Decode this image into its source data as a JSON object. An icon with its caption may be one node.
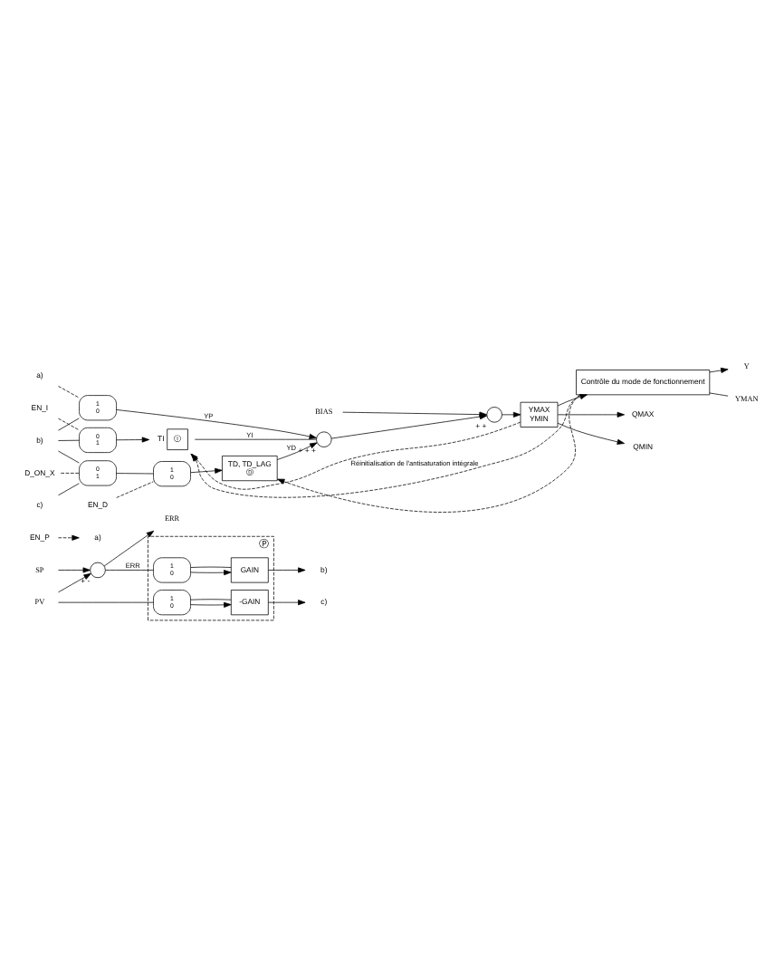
{
  "diagram": {
    "nodes": [
      {
        "text": [
          "SP"
        ]
      },
      {
        "text": [
          "PV"
        ]
      },
      {
        "text": [],
        "shape": "circle",
        "beside": [
          "+",
          "-"
        ]
      },
      {
        "text": [
          "ERR"
        ]
      },
      {
        "text": [
          "Ⓟ"
        ]
      },
      {
        "text": [
          "GAIN"
        ],
        "in": 4
      },
      {
        "text": [
          "-GAIN"
        ],
        "in": 4
      },
      {
        "text": [
          "1",
          "0"
        ],
        "in": 4
      },
      {
        "text": [
          "1",
          "0"
        ],
        "in": 4
      },
      {
        "text": [
          "EN_P"
        ]
      },
      {
        "text": [
          "a)"
        ]
      },
      {
        "text": [
          "b)"
        ]
      },
      {
        "text": [
          "c)"
        ]
      },
      {
        "text": [
          "a)"
        ]
      },
      {
        "text": [
          "b)"
        ]
      },
      {
        "text": [
          "c)"
        ]
      },
      {
        "text": [
          "1",
          "0"
        ]
      },
      {
        "text": [
          "0",
          "1"
        ]
      },
      {
        "text": [
          "0",
          "1"
        ]
      },
      {
        "text": [
          "1",
          "0"
        ]
      },
      {
        "text": [
          "EN_I"
        ]
      },
      {
        "text": [
          "D_ON_X"
        ]
      },
      {
        "text": [
          "EN_D"
        ]
      },
      {
        "text": [
          "Ⓘ"
        ],
        "beside": [
          "TI"
        ]
      },
      {
        "text": [
          "TD, TD_LAG",
          "Ⓓ"
        ]
      },
      {
        "text": [],
        "shape": "circle",
        "beside": [
          "+",
          "+",
          "+"
        ]
      },
      {
        "text": [],
        "shape": "circle",
        "beside": [
          "+",
          "+"
        ]
      },
      {
        "text": [
          "BIAS"
        ]
      },
      {
        "text": [
          "YMAX",
          "YMIN"
        ]
      },
      {
        "text": [
          "QMAX"
        ]
      },
      {
        "text": [
          "QMIN"
        ]
      },
      {
        "text": [
          "Contrôle du mode de fonctionnement"
        ]
      },
      {
        "text": [
          "Y"
        ]
      },
      {
        "text": [
          "YMAN"
        ]
      }
    ],
    "edges": [
      {
        "from": 0,
        "to": 2,
        "arrow": "to"
      },
      {
        "from": 1,
        "to": 2,
        "arrow": "to"
      },
      {
        "from": 2,
        "to": 3,
        "arrow": "to"
      },
      {
        "from": 2,
        "to": 7,
        "arrow": "none",
        "label": "ERR"
      },
      {
        "from": 7,
        "to": 5,
        "arrow": "to"
      },
      {
        "from": 5,
        "to": 11,
        "arrow": "to"
      },
      {
        "from": 5,
        "to": 7,
        "arrow": "none"
      },
      {
        "from": 1,
        "to": 8,
        "arrow": "none"
      },
      {
        "from": 8,
        "to": 6,
        "arrow": "to"
      },
      {
        "from": 6,
        "to": 12,
        "arrow": "to"
      },
      {
        "from": 6,
        "to": 8,
        "arrow": "none"
      },
      {
        "from": 9,
        "to": 10,
        "arrow": "to",
        "style": "dashed"
      },
      {
        "from": 13,
        "to": 16,
        "arrow": "none",
        "style": "dashed"
      },
      {
        "from": 14,
        "to": 16,
        "arrow": "none"
      },
      {
        "from": 16,
        "to": 25,
        "arrow": "to",
        "label": "YP"
      },
      {
        "from": 14,
        "to": 17,
        "arrow": "none"
      },
      {
        "from": 20,
        "to": 17,
        "arrow": "none",
        "style": "dashed"
      },
      {
        "from": 17,
        "to": 23,
        "arrow": "to"
      },
      {
        "from": 23,
        "to": 25,
        "arrow": "none",
        "label": "YI"
      },
      {
        "from": 14,
        "to": 18,
        "arrow": "none"
      },
      {
        "from": 15,
        "to": 18,
        "arrow": "none"
      },
      {
        "from": 21,
        "to": 18,
        "arrow": "none",
        "style": "dashed"
      },
      {
        "from": 18,
        "to": 19,
        "arrow": "none"
      },
      {
        "from": 22,
        "to": 19,
        "arrow": "none",
        "style": "dashed"
      },
      {
        "from": 19,
        "to": 24,
        "arrow": "to"
      },
      {
        "from": 24,
        "to": 25,
        "arrow": "to",
        "label": "YD"
      },
      {
        "from": 25,
        "to": 26,
        "arrow": "to"
      },
      {
        "from": 27,
        "to": 26,
        "arrow": "to"
      },
      {
        "from": 26,
        "to": 28,
        "arrow": "to"
      },
      {
        "from": 28,
        "to": 29,
        "arrow": "to"
      },
      {
        "from": 28,
        "to": 30,
        "arrow": "to"
      },
      {
        "from": 28,
        "to": 31,
        "arrow": "to"
      },
      {
        "from": 31,
        "to": 32,
        "arrow": "to"
      },
      {
        "from": 31,
        "to": 33,
        "arrow": "none"
      },
      {
        "from": 31,
        "to": 23,
        "arrow": "to",
        "style": "dashed",
        "label": "Réinitialisation de l'antisaturation intégrale"
      },
      {
        "from": 28,
        "to": 23,
        "arrow": "to",
        "style": "dashed"
      },
      {
        "from": 31,
        "to": 24,
        "arrow": "to",
        "style": "dashed"
      }
    ]
  }
}
